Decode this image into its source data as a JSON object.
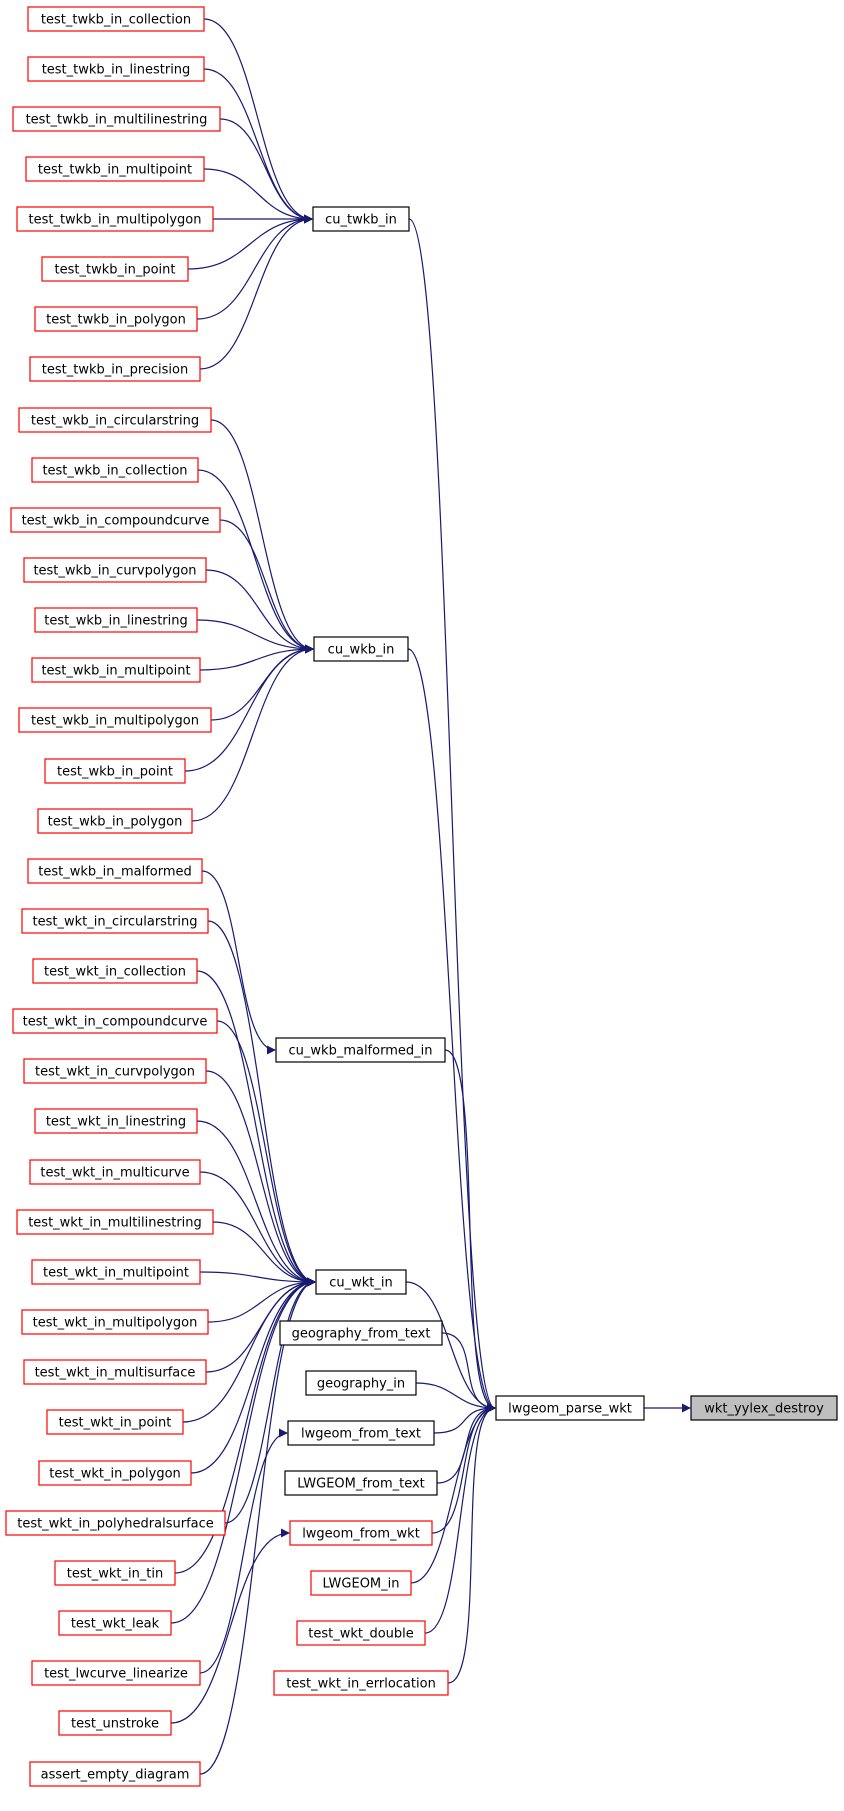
{
  "colors": {
    "edge": "#191970",
    "node_red_border": "#ff0000",
    "node_black_border": "#000000",
    "highlight_fill": "#bfbfbf",
    "node_fill": "#ffffff"
  },
  "nodes": [
    {
      "id": "test_twkb_in_collection",
      "label": "test_twkb_in_collection",
      "style": "red"
    },
    {
      "id": "test_twkb_in_linestring",
      "label": "test_twkb_in_linestring",
      "style": "red"
    },
    {
      "id": "test_twkb_in_multilinestring",
      "label": "test_twkb_in_multilinestring",
      "style": "red"
    },
    {
      "id": "test_twkb_in_multipoint",
      "label": "test_twkb_in_multipoint",
      "style": "red"
    },
    {
      "id": "test_twkb_in_multipolygon",
      "label": "test_twkb_in_multipolygon",
      "style": "red"
    },
    {
      "id": "test_twkb_in_point",
      "label": "test_twkb_in_point",
      "style": "red"
    },
    {
      "id": "test_twkb_in_polygon",
      "label": "test_twkb_in_polygon",
      "style": "red"
    },
    {
      "id": "test_twkb_in_precision",
      "label": "test_twkb_in_precision",
      "style": "red"
    },
    {
      "id": "test_wkb_in_circularstring",
      "label": "test_wkb_in_circularstring",
      "style": "red"
    },
    {
      "id": "test_wkb_in_collection",
      "label": "test_wkb_in_collection",
      "style": "red"
    },
    {
      "id": "test_wkb_in_compoundcurve",
      "label": "test_wkb_in_compoundcurve",
      "style": "red"
    },
    {
      "id": "test_wkb_in_curvpolygon",
      "label": "test_wkb_in_curvpolygon",
      "style": "red"
    },
    {
      "id": "test_wkb_in_linestring",
      "label": "test_wkb_in_linestring",
      "style": "red"
    },
    {
      "id": "test_wkb_in_multipoint",
      "label": "test_wkb_in_multipoint",
      "style": "red"
    },
    {
      "id": "test_wkb_in_multipolygon",
      "label": "test_wkb_in_multipolygon",
      "style": "red"
    },
    {
      "id": "test_wkb_in_point",
      "label": "test_wkb_in_point",
      "style": "red"
    },
    {
      "id": "test_wkb_in_polygon",
      "label": "test_wkb_in_polygon",
      "style": "red"
    },
    {
      "id": "test_wkb_in_malformed",
      "label": "test_wkb_in_malformed",
      "style": "red"
    },
    {
      "id": "test_wkt_in_circularstring",
      "label": "test_wkt_in_circularstring",
      "style": "red"
    },
    {
      "id": "test_wkt_in_collection",
      "label": "test_wkt_in_collection",
      "style": "red"
    },
    {
      "id": "test_wkt_in_compoundcurve",
      "label": "test_wkt_in_compoundcurve",
      "style": "red"
    },
    {
      "id": "test_wkt_in_curvpolygon",
      "label": "test_wkt_in_curvpolygon",
      "style": "red"
    },
    {
      "id": "test_wkt_in_linestring",
      "label": "test_wkt_in_linestring",
      "style": "red"
    },
    {
      "id": "test_wkt_in_multicurve",
      "label": "test_wkt_in_multicurve",
      "style": "red"
    },
    {
      "id": "test_wkt_in_multilinestring",
      "label": "test_wkt_in_multilinestring",
      "style": "red"
    },
    {
      "id": "test_wkt_in_multipoint",
      "label": "test_wkt_in_multipoint",
      "style": "red"
    },
    {
      "id": "test_wkt_in_multipolygon",
      "label": "test_wkt_in_multipolygon",
      "style": "red"
    },
    {
      "id": "test_wkt_in_multisurface",
      "label": "test_wkt_in_multisurface",
      "style": "red"
    },
    {
      "id": "test_wkt_in_point",
      "label": "test_wkt_in_point",
      "style": "red"
    },
    {
      "id": "test_wkt_in_polygon",
      "label": "test_wkt_in_polygon",
      "style": "red"
    },
    {
      "id": "test_wkt_in_polyhedralsurface",
      "label": "test_wkt_in_polyhedralsurface",
      "style": "red"
    },
    {
      "id": "test_wkt_in_tin",
      "label": "test_wkt_in_tin",
      "style": "red"
    },
    {
      "id": "test_wkt_leak",
      "label": "test_wkt_leak",
      "style": "red"
    },
    {
      "id": "test_lwcurve_linearize",
      "label": "test_lwcurve_linearize",
      "style": "red"
    },
    {
      "id": "test_unstroke",
      "label": "test_unstroke",
      "style": "red"
    },
    {
      "id": "assert_empty_diagram",
      "label": "assert_empty_diagram",
      "style": "red"
    },
    {
      "id": "cu_twkb_in",
      "label": "cu_twkb_in",
      "style": "black"
    },
    {
      "id": "cu_wkb_in",
      "label": "cu_wkb_in",
      "style": "black"
    },
    {
      "id": "cu_wkb_malformed_in",
      "label": "cu_wkb_malformed_in",
      "style": "black"
    },
    {
      "id": "cu_wkt_in",
      "label": "cu_wkt_in",
      "style": "black"
    },
    {
      "id": "geography_from_text",
      "label": "geography_from_text",
      "style": "black"
    },
    {
      "id": "geography_in",
      "label": "geography_in",
      "style": "black"
    },
    {
      "id": "lwgeom_from_text",
      "label": "lwgeom_from_text",
      "style": "black"
    },
    {
      "id": "LWGEOM_from_text",
      "label": "LWGEOM_from_text",
      "style": "black"
    },
    {
      "id": "lwgeom_from_wkt",
      "label": "lwgeom_from_wkt",
      "style": "red"
    },
    {
      "id": "LWGEOM_in",
      "label": "LWGEOM_in",
      "style": "red"
    },
    {
      "id": "test_wkt_double",
      "label": "test_wkt_double",
      "style": "red"
    },
    {
      "id": "test_wkt_in_errlocation",
      "label": "test_wkt_in_errlocation",
      "style": "red"
    },
    {
      "id": "lwgeom_parse_wkt",
      "label": "lwgeom_parse_wkt",
      "style": "black"
    },
    {
      "id": "wkt_yylex_destroy",
      "label": "wkt_yylex_destroy",
      "style": "highlight"
    }
  ],
  "edges": [
    [
      "test_twkb_in_collection",
      "cu_twkb_in"
    ],
    [
      "test_twkb_in_linestring",
      "cu_twkb_in"
    ],
    [
      "test_twkb_in_multilinestring",
      "cu_twkb_in"
    ],
    [
      "test_twkb_in_multipoint",
      "cu_twkb_in"
    ],
    [
      "test_twkb_in_multipolygon",
      "cu_twkb_in"
    ],
    [
      "test_twkb_in_point",
      "cu_twkb_in"
    ],
    [
      "test_twkb_in_polygon",
      "cu_twkb_in"
    ],
    [
      "test_twkb_in_precision",
      "cu_twkb_in"
    ],
    [
      "test_wkb_in_circularstring",
      "cu_wkb_in"
    ],
    [
      "test_wkb_in_collection",
      "cu_wkb_in"
    ],
    [
      "test_wkb_in_compoundcurve",
      "cu_wkb_in"
    ],
    [
      "test_wkb_in_curvpolygon",
      "cu_wkb_in"
    ],
    [
      "test_wkb_in_linestring",
      "cu_wkb_in"
    ],
    [
      "test_wkb_in_multipoint",
      "cu_wkb_in"
    ],
    [
      "test_wkb_in_multipolygon",
      "cu_wkb_in"
    ],
    [
      "test_wkb_in_point",
      "cu_wkb_in"
    ],
    [
      "test_wkb_in_polygon",
      "cu_wkb_in"
    ],
    [
      "test_wkb_in_malformed",
      "cu_wkb_malformed_in"
    ],
    [
      "test_wkt_in_circularstring",
      "cu_wkt_in"
    ],
    [
      "test_wkt_in_collection",
      "cu_wkt_in"
    ],
    [
      "test_wkt_in_compoundcurve",
      "cu_wkt_in"
    ],
    [
      "test_wkt_in_curvpolygon",
      "cu_wkt_in"
    ],
    [
      "test_wkt_in_linestring",
      "cu_wkt_in"
    ],
    [
      "test_wkt_in_multicurve",
      "cu_wkt_in"
    ],
    [
      "test_wkt_in_multilinestring",
      "cu_wkt_in"
    ],
    [
      "test_wkt_in_multipoint",
      "cu_wkt_in"
    ],
    [
      "test_wkt_in_multipolygon",
      "cu_wkt_in"
    ],
    [
      "test_wkt_in_multisurface",
      "cu_wkt_in"
    ],
    [
      "test_wkt_in_point",
      "cu_wkt_in"
    ],
    [
      "test_wkt_in_polygon",
      "cu_wkt_in"
    ],
    [
      "test_wkt_in_polyhedralsurface",
      "cu_wkt_in"
    ],
    [
      "test_wkt_in_tin",
      "cu_wkt_in"
    ],
    [
      "test_wkt_leak",
      "cu_wkt_in"
    ],
    [
      "test_lwcurve_linearize",
      "lwgeom_from_text"
    ],
    [
      "test_unstroke",
      "lwgeom_from_wkt"
    ],
    [
      "assert_empty_diagram",
      "cu_wkt_in"
    ],
    [
      "cu_twkb_in",
      "lwgeom_parse_wkt"
    ],
    [
      "cu_wkb_in",
      "lwgeom_parse_wkt"
    ],
    [
      "cu_wkb_malformed_in",
      "lwgeom_parse_wkt"
    ],
    [
      "cu_wkt_in",
      "lwgeom_parse_wkt"
    ],
    [
      "geography_from_text",
      "lwgeom_parse_wkt"
    ],
    [
      "geography_in",
      "lwgeom_parse_wkt"
    ],
    [
      "lwgeom_from_text",
      "lwgeom_parse_wkt"
    ],
    [
      "LWGEOM_from_text",
      "lwgeom_parse_wkt"
    ],
    [
      "lwgeom_from_wkt",
      "lwgeom_parse_wkt"
    ],
    [
      "LWGEOM_in",
      "lwgeom_parse_wkt"
    ],
    [
      "test_wkt_double",
      "lwgeom_parse_wkt"
    ],
    [
      "test_wkt_in_errlocation",
      "lwgeom_parse_wkt"
    ],
    [
      "lwgeom_parse_wkt",
      "wkt_yylex_destroy"
    ]
  ]
}
